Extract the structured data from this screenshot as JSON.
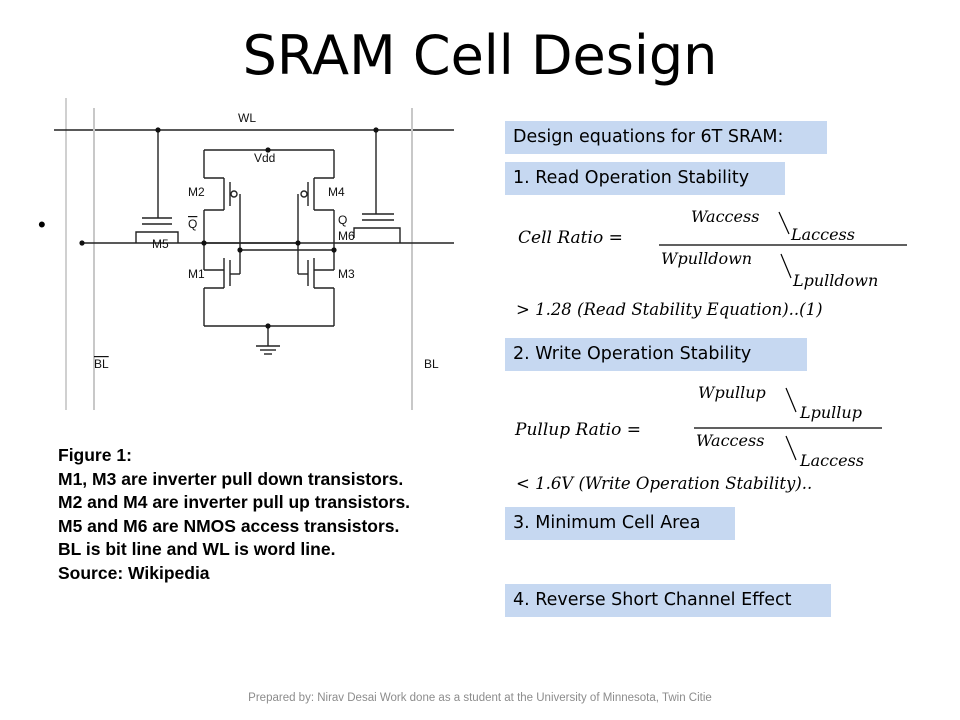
{
  "slide": {
    "title": "SRAM Cell Design",
    "bullet": "•",
    "footer": "Prepared by: Nirav Desai Work done as a student at the University of Minnesota, Twin Citie"
  },
  "circuit": {
    "labels": {
      "wl": "WL",
      "vdd": "Vdd",
      "m1": "M1",
      "m2": "M2",
      "m3": "M3",
      "m4": "M4",
      "m5": "M5",
      "m6": "M6",
      "qbar": "Q",
      "q": "Q",
      "blbar": "BL",
      "bl": "BL"
    }
  },
  "caption": {
    "lines": [
      "Figure 1:",
      "M1, M3 are inverter pull down transistors.",
      "M2 and M4 are inverter pull up transistors.",
      "M5 and M6 are NMOS access transistors.",
      "BL is bit line and WL is word line.",
      "Source: Wikipedia"
    ]
  },
  "design": {
    "heading": "Design equations for 6T SRAM:",
    "sections": [
      "1. Read Operation Stability",
      "2. Write Operation Stability",
      "3. Minimum Cell Area",
      "4. Reverse Short Channel Effect"
    ],
    "eq1": {
      "lhs": "Cell Ratio =",
      "num_w": "Waccess",
      "num_l": "Laccess",
      "den_w": "Wpulldown",
      "den_l": "Lpulldown",
      "condition": "> 1.28 (Read Stability Equation)..(1)"
    },
    "eq2": {
      "lhs": "Pullup Ratio =",
      "num_w": "Wpullup",
      "num_l": "Lpullup",
      "den_w": "Waccess",
      "den_l": "Laccess",
      "condition": "< 1.6V (Write Operation Stability).."
    }
  }
}
